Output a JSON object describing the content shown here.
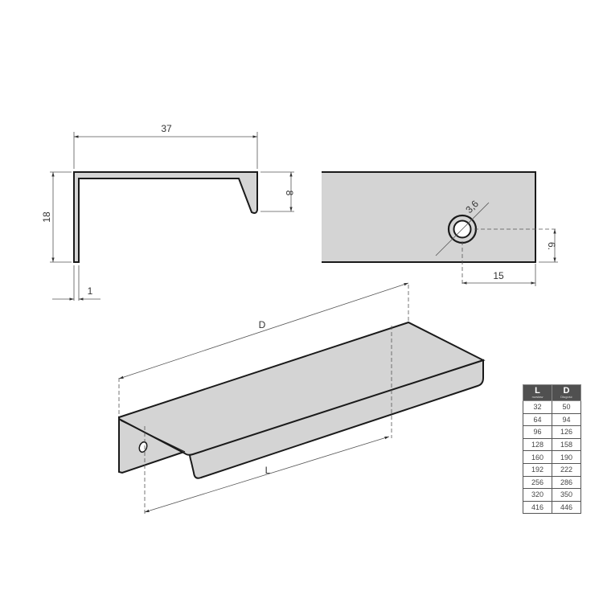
{
  "profile_view": {
    "width": "37",
    "height": "18",
    "lip_height": "8",
    "thickness": "1"
  },
  "end_view": {
    "hole_diameter": "3,6",
    "hole_from_edge": "15",
    "hole_height": "6."
  },
  "iso_view": {
    "overall_length_label": "D",
    "spacing_label": "L"
  },
  "size_table": {
    "headers": [
      {
        "label": "L",
        "sub": "rozstaw"
      },
      {
        "label": "D",
        "sub": "Długość"
      }
    ],
    "rows": [
      [
        "32",
        "50"
      ],
      [
        "64",
        "94"
      ],
      [
        "96",
        "126"
      ],
      [
        "128",
        "158"
      ],
      [
        "160",
        "190"
      ],
      [
        "192",
        "222"
      ],
      [
        "256",
        "286"
      ],
      [
        "320",
        "350"
      ],
      [
        "416",
        "446"
      ]
    ]
  },
  "colors": {
    "metal_fill": "#d4d4d4",
    "outline": "#1a1a1a",
    "table_header": "#505050"
  }
}
